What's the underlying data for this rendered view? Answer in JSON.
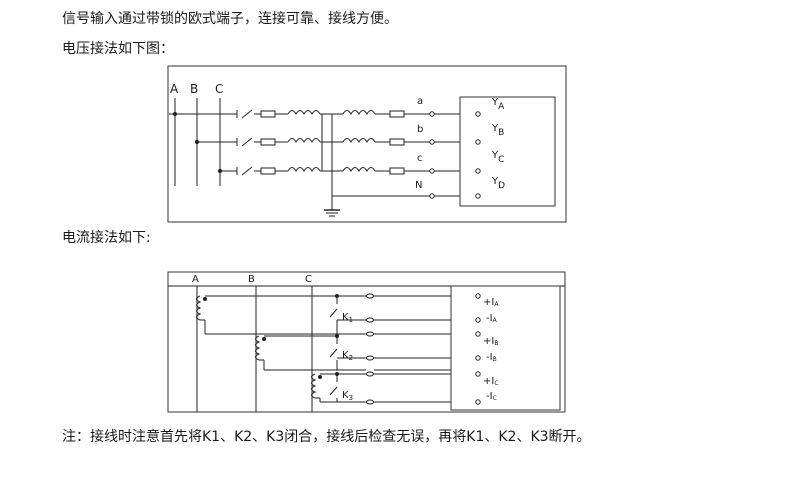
{
  "intro_line": "信号输入通过带锁的欧式端子，连接可靠、接线方便。",
  "voltage_heading": "电压接法如下图：",
  "current_heading": "电流接法如下:",
  "note": "注：接线时注意首先将K1、K2、K3闭合，接线后检查无误，再将K1、K2、K3断开。",
  "voltage_diagram": {
    "bus_labels": [
      "A",
      "B",
      "C"
    ],
    "line_labels": [
      "a",
      "b",
      "c",
      "N"
    ],
    "terminals": [
      {
        "letter": "Y",
        "sub": "A"
      },
      {
        "letter": "Y",
        "sub": "B"
      },
      {
        "letter": "Y",
        "sub": "C"
      },
      {
        "letter": "Y",
        "sub": "D"
      }
    ]
  },
  "current_diagram": {
    "bus_labels": [
      "A",
      "B",
      "C"
    ],
    "switches": [
      {
        "letter": "K",
        "sub": "1"
      },
      {
        "letter": "K",
        "sub": "2"
      },
      {
        "letter": "K",
        "sub": "3"
      }
    ],
    "terminals": [
      {
        "sign": "+I",
        "sub": "A"
      },
      {
        "sign": "-I",
        "sub": "A"
      },
      {
        "sign": "+I",
        "sub": "B"
      },
      {
        "sign": "-I",
        "sub": "B"
      },
      {
        "sign": "+I",
        "sub": "C"
      },
      {
        "sign": "-I",
        "sub": "C"
      }
    ]
  }
}
